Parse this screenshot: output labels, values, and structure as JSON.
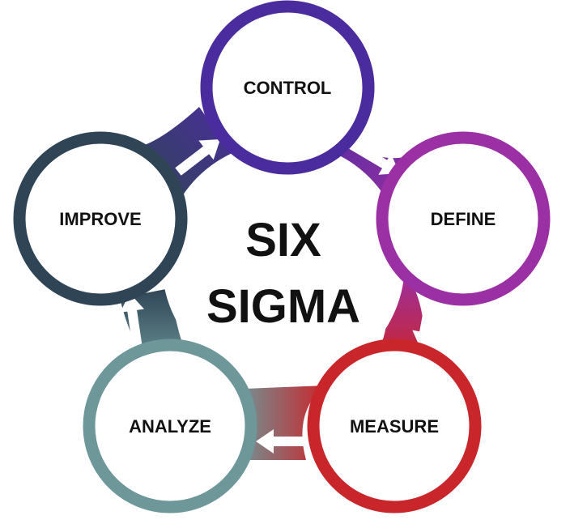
{
  "center": {
    "line1": "SIX",
    "line2": "SIGMA"
  },
  "steps": [
    {
      "label": "CONTROL",
      "color": "#4b2c9e"
    },
    {
      "label": "DEFINE",
      "color": "#9b2fa4"
    },
    {
      "label": "MEASURE",
      "color": "#c9262b"
    },
    {
      "label": "ANALYZE",
      "color": "#6e979a"
    },
    {
      "label": "IMPROVE",
      "color": "#2f4556"
    }
  ],
  "arrow_color": "#ffffff"
}
